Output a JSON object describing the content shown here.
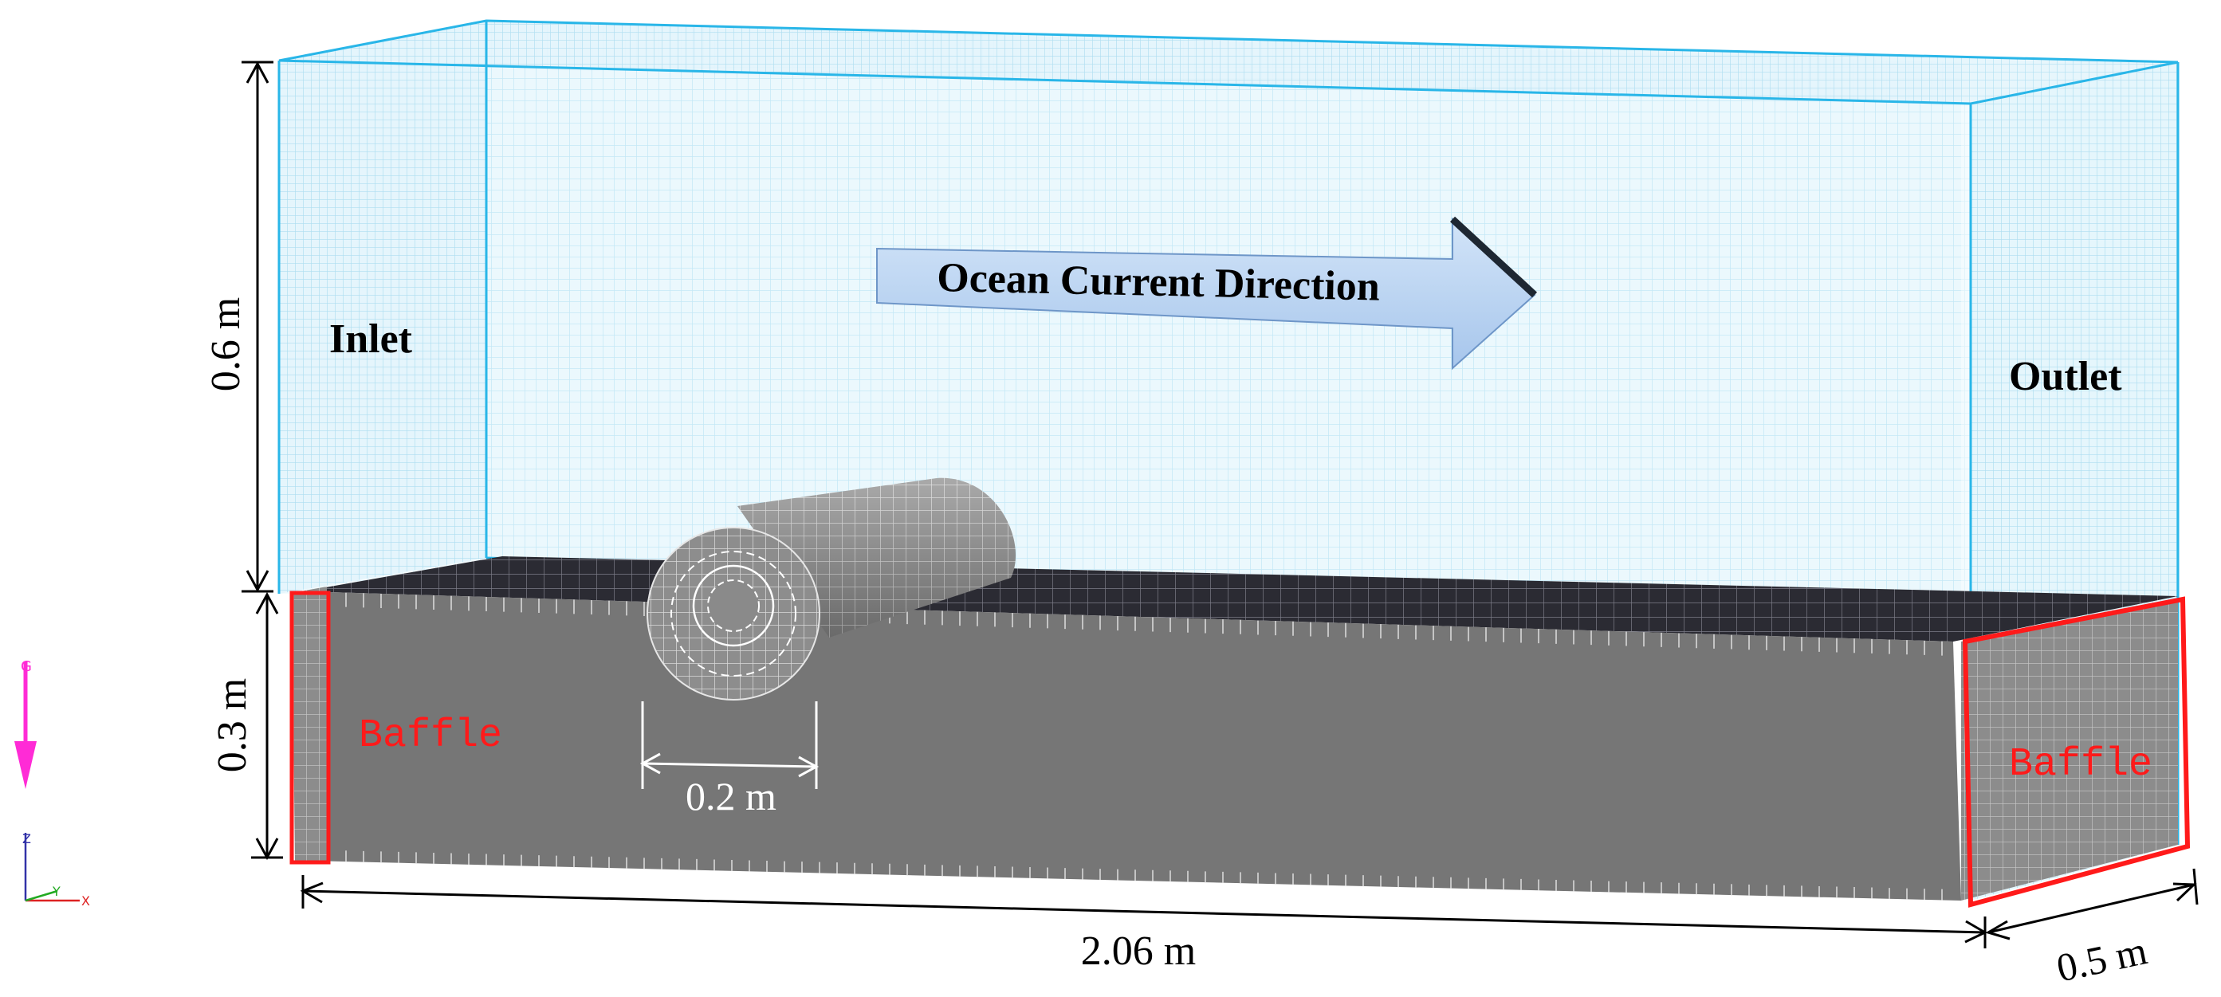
{
  "labels": {
    "inlet": "Inlet",
    "outlet": "Outlet",
    "current": "Ocean Current Direction",
    "baffle_left": "Baffle",
    "baffle_right": "Baffle"
  },
  "dimensions": {
    "height_water": "0.6 m",
    "height_bed": "0.3 m",
    "pipe_diameter": "0.2 m",
    "length": "2.06 m",
    "width": "0.5 m"
  },
  "axes": {
    "gravity": "G",
    "z": "Z",
    "y": "Y",
    "x": "X"
  },
  "colors": {
    "domain_edge": "#29b6e8",
    "domain_fill": "#e8f7fc",
    "sediment": "#767676",
    "sediment_top": "#2a2a30",
    "baffle": "#ff1a1a",
    "arrow_fill": "#b9d3f0",
    "gravity": "#ff2bd6"
  }
}
